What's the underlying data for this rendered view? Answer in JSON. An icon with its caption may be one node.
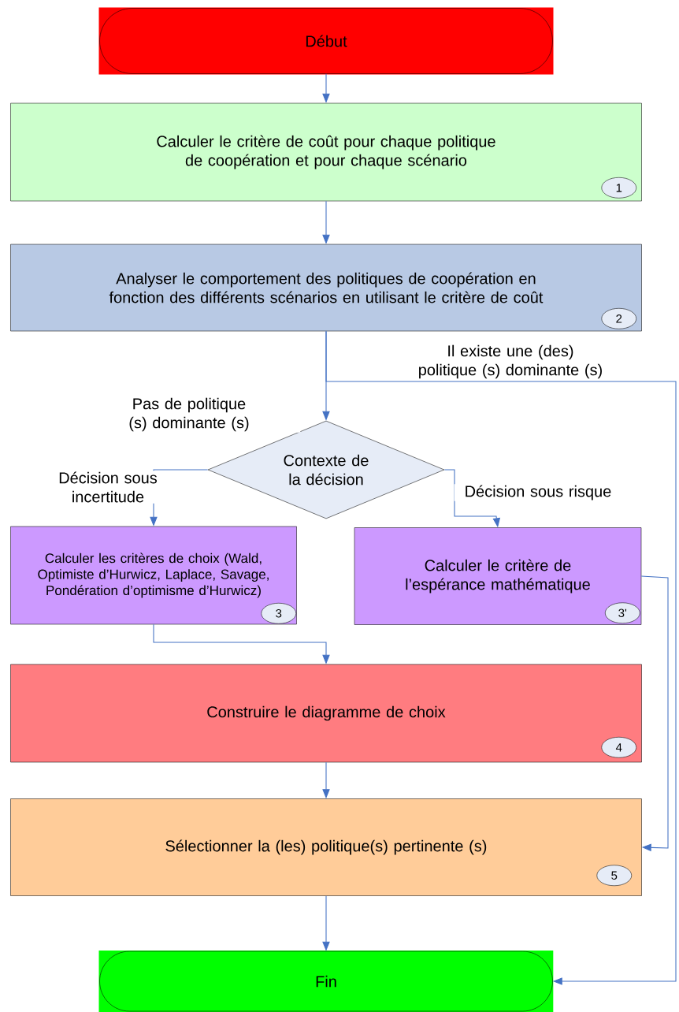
{
  "diagram": {
    "nodes": [
      {
        "text": [
          "Début"
        ]
      },
      {
        "text": [
          "Calculer le critère de coût pour chaque politique de coopération et pour chaque scénario"
        ]
      },
      {
        "text": [
          "1"
        ],
        "in": 1
      },
      {
        "text": [
          "Analyser le comportement des politiques de coopération en fonction des différents scénarios en utilisant le critère de coût"
        ]
      },
      {
        "text": [
          "2"
        ],
        "in": 3
      },
      {
        "text": [
          "Contexte de la décision"
        ]
      },
      {
        "text": [
          "Calculer les critères de choix (Wald, Optimiste d’Hurwicz, Laplace, Savage, Pondération d’optimisme d’Hurwicz)"
        ]
      },
      {
        "text": [
          "3"
        ],
        "in": 6
      },
      {
        "text": [
          "Calculer le critère de l’espérance mathématique"
        ]
      },
      {
        "text": [
          "3'"
        ],
        "in": 8
      },
      {
        "text": [
          "Construire le diagramme de choix"
        ]
      },
      {
        "text": [
          "4"
        ],
        "in": 10
      },
      {
        "text": [
          "Sélectionner la (les) politique(s) pertinente (s)"
        ]
      },
      {
        "text": [
          "5"
        ],
        "in": 12
      },
      {
        "text": [
          "Fin"
        ]
      }
    ],
    "edges": [
      {
        "from": 0,
        "to": 1,
        "arrow": "to"
      },
      {
        "from": 1,
        "to": 3,
        "arrow": "to"
      },
      {
        "from": 3,
        "to": 5,
        "arrow": "to",
        "label": "Pas de politique (s) dominante (s)"
      },
      {
        "from": 5,
        "to": 6,
        "arrow": "to",
        "label": "Décision sous incertitude"
      },
      {
        "from": 5,
        "to": 8,
        "arrow": "to",
        "label": "Décision sous risque"
      },
      {
        "from": 6,
        "to": 10,
        "arrow": "to"
      },
      {
        "from": 8,
        "to": 12,
        "arrow": "to"
      },
      {
        "from": 10,
        "to": 12,
        "arrow": "to"
      },
      {
        "from": 12,
        "to": 14,
        "arrow": "to"
      },
      {
        "from": 3,
        "to": 14,
        "arrow": "to",
        "label": "Il existe une (des) politique (s) dominante (s)"
      }
    ]
  }
}
